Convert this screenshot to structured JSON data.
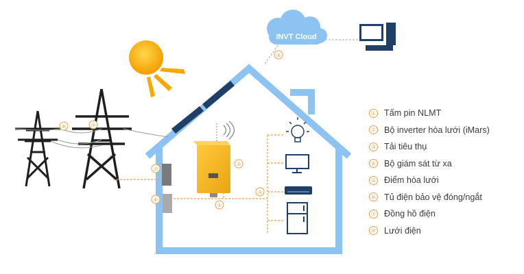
{
  "cloud": {
    "label": "INVT Cloud"
  },
  "markers": {
    "grid": "⑧",
    "tower": "①",
    "cloud_link": "④",
    "inverter": "②",
    "meter": "⑦",
    "cabinet": "⑥",
    "connection": "⑤",
    "loads": "③"
  },
  "legend": [
    {
      "num": "①",
      "label": "Tấm pin NLMT"
    },
    {
      "num": "②",
      "label": "Bộ inverter hòa lưới (iMars)"
    },
    {
      "num": "③",
      "label": "Tải tiêu thụ"
    },
    {
      "num": "④",
      "label": "Bộ giám sát từ xa"
    },
    {
      "num": "⑤",
      "label": "Điểm hòa lưới"
    },
    {
      "num": "⑥",
      "label": "Tủ điện bảo vệ đóng/ngắt"
    },
    {
      "num": "⑦",
      "label": "Đồng hồ điện"
    },
    {
      "num": "⑧",
      "label": "Lưới điện"
    }
  ],
  "colors": {
    "house_outline": "#8cc3f2",
    "orange_accent": "#e8a04a",
    "sun": "#f6a800",
    "inverter": "#f5b51e",
    "panel": "#1f3f66",
    "cloud": "#8cc3f2",
    "monitor": "#1f3f66",
    "tower": "#1f1f1f"
  }
}
